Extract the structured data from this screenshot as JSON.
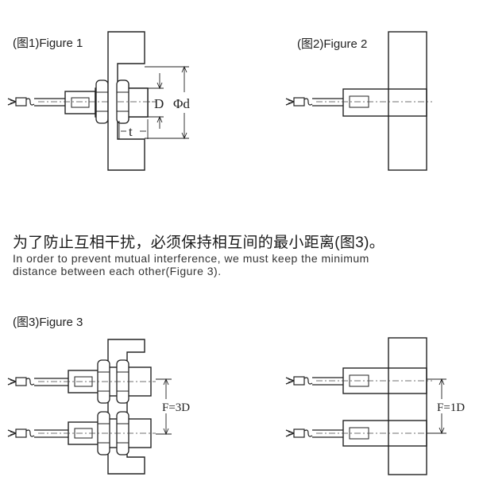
{
  "figures": {
    "fig1_caption": "(图1)Figure 1",
    "fig2_caption": "(图2)Figure 2",
    "fig3_caption": "(图3)Figure 3"
  },
  "text": {
    "chinese": "为了防止互相干扰，必须保持相互间的最小距离(图3)。",
    "english_line1": "In order to prevent mutual interference, we must keep the minimum",
    "english_line2": "distance between each other(Figure 3)."
  },
  "dimensions": {
    "D": "D",
    "phi_d": "Φd",
    "t": "t",
    "spacing_3d": "F=3D",
    "spacing_1d": "F=1D"
  }
}
